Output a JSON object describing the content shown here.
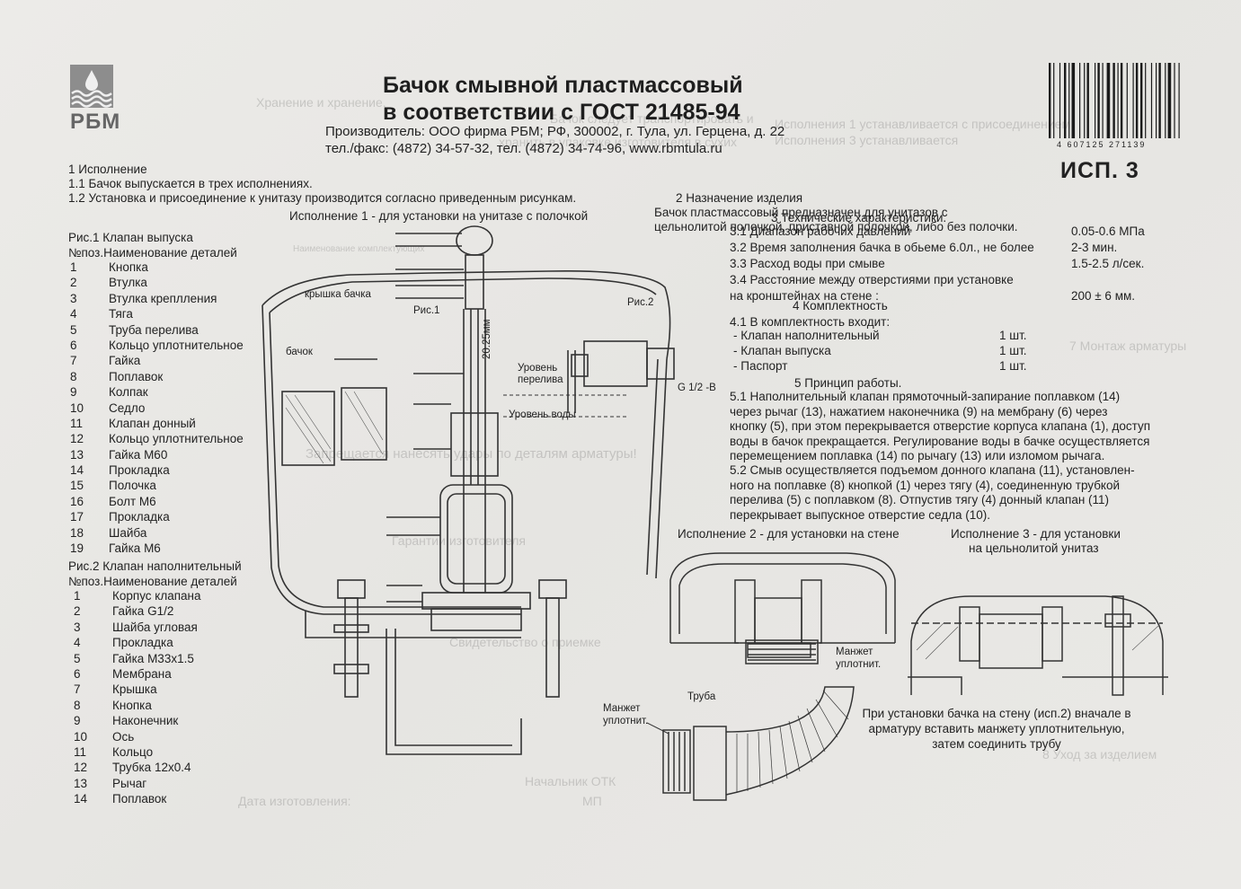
{
  "logo": {
    "name": "РБМ",
    "icon": "drop-waves-logo-icon"
  },
  "title": [
    "Бачок смывной пластмассовый",
    "в соответствии с ГОСТ 21485-94"
  ],
  "maker": [
    "Производитель: ООО фирма РБМ; РФ, 300002, г. Тула, ул. Герцена, д. 22",
    "тел./факс: (4872) 34-57-32, тел. (4872) 34-74-96, www.rbmtula.ru"
  ],
  "barcode": "4 607125 271139",
  "variant": "ИСП. 3",
  "intro": {
    "heading": "1 Исполнение",
    "lines": [
      "1.1 Бачок выпускается в трех исполнениях.",
      "1.2 Установка и присоединение к унитазу производится согласно приведенным рисункам."
    ],
    "caption1": "Исполнение 1 - для установки на унитазе с полочкой"
  },
  "fig1": {
    "title": "Рис.1 Клапан выпуска",
    "header": "№поз.Наименование деталей",
    "items": [
      [
        "1",
        "Кнопка"
      ],
      [
        "2",
        "Втулка"
      ],
      [
        "3",
        "Втулка креплления"
      ],
      [
        "4",
        "Тяга"
      ],
      [
        "5",
        "Труба перелива"
      ],
      [
        "6",
        "Кольцо уплотнительное"
      ],
      [
        "7",
        "Гайка"
      ],
      [
        "8",
        "Поплавок"
      ],
      [
        "9",
        "Колпак"
      ],
      [
        "10",
        "Седло"
      ],
      [
        "11",
        "Клапан донный"
      ],
      [
        "12",
        "Кольцо уплотнительное"
      ],
      [
        "13",
        "Гайка М60"
      ],
      [
        "14",
        "Прокладка"
      ],
      [
        "15",
        "Полочка"
      ],
      [
        "16",
        "Болт М6"
      ],
      [
        "17",
        "Прокладка"
      ],
      [
        "18",
        "Шайба"
      ],
      [
        "19",
        "Гайка М6"
      ]
    ]
  },
  "fig2": {
    "title": "Рис.2 Клапан наполнительный",
    "header": "№поз.Наименование деталей",
    "items": [
      [
        "1",
        "Корпус клапана"
      ],
      [
        "2",
        "Гайка G1/2"
      ],
      [
        "3",
        "Шайба угловая"
      ],
      [
        "4",
        "Прокладка"
      ],
      [
        "5",
        "Гайка М33х1.5"
      ],
      [
        "6",
        "Мембрана"
      ],
      [
        "7",
        "Крышка"
      ],
      [
        "8",
        "Кнопка"
      ],
      [
        "9",
        "Наконечник"
      ],
      [
        "10",
        "Ось"
      ],
      [
        "11",
        "Кольцо"
      ],
      [
        "12",
        "Трубка 12х0.4"
      ],
      [
        "13",
        "Рычаг"
      ],
      [
        "14",
        "Поплавок"
      ]
    ]
  },
  "drawing_labels": {
    "lid": "крышка бачка",
    "tank": "бачок",
    "ris1": "Рис.1",
    "ris2": "Рис.2",
    "dim": "20.25мм",
    "overflow": [
      "Уровень",
      "перелива"
    ],
    "water": "Уровень воды",
    "thread": "G 1/2 -B",
    "cuff": [
      "Манжет",
      "уплотнит."
    ],
    "pipe": "Труба",
    "cuff2": [
      "Манжет",
      "уплотнит."
    ]
  },
  "purpose": {
    "heading": "2 Назначение изделия",
    "lines": [
      "Бачок пластмассовый предназначен для унитазов с",
      "цельнолитой полочкой, приставной полочкой, либо без полочки."
    ]
  },
  "specs": {
    "heading": "3 Технические характеристики.",
    "rows": [
      [
        "3.1 Диапазон рабочих давлений",
        "0.05-0.6 МПа"
      ],
      [
        "3.2 Время заполнения бачка в обьеме 6.0л., не более",
        "2-3 мин."
      ],
      [
        "3.3 Расход воды при смыве",
        "1.5-2.5 л/сек."
      ],
      [
        "3.4 Расстояние между отверстиями при установке",
        ""
      ],
      [
        "на кронштейнах на стене :",
        "200 ± 6 мм."
      ]
    ]
  },
  "kit": {
    "heading": "4 Комплектность",
    "sub": "4.1 В комплектность входит:",
    "rows": [
      [
        "- Клапан наполнительный",
        "1 шт."
      ],
      [
        "- Клапан выпуска",
        "1 шт."
      ],
      [
        "- Паспорт",
        "1 шт."
      ]
    ]
  },
  "principle": {
    "heading": "5 Принцип работы.",
    "p1": [
      "5.1 Наполнительный клапан прямоточный-запирание поплавком (14)",
      "через рычаг (13), нажатием наконечника (9) на мембрану (6) через",
      "кнопку (5), при этом перекрывается отверстие корпуса клапана (1), доступ",
      "воды в бачок прекращается. Регулирование воды в бачке осуществляется",
      "перемещением поплавка (14) по рычагу (13) или изломом рычага."
    ],
    "p2": [
      "5.2 Смыв осуществляется подъемом донного клапана (11), установлен-",
      "ного на поплавке (8) кнопкой (1) через тягу (4), соединенную трубкой",
      "перелива (5) с поплавком (8). Отпустив тягу (4) донный клапан (11)",
      "перекрывает выпускное отверстие седла (10)."
    ]
  },
  "variant2": {
    "caption": "Исполнение 2 - для установки на стене"
  },
  "variant3": {
    "caption": [
      "Исполнение 3 - для установки",
      "на цельнолитой унитаз"
    ]
  },
  "wall_note": [
    "При установки бачка на стену (исп.2) вначале в",
    "арматуру вставить манжету уплотнительную,",
    "затем соединить трубу"
  ],
  "bleed_through": [
    "Хранение и хранение.",
    "Бачок следует транспортировать и",
    "хранить в упаковке изготовителя в сухих",
    "Запрещается нанесять удары по деталям арматуры!",
    "Гарантии изготовителя",
    "Свидетельство о приемке",
    "Начальник ОТК",
    "МП",
    "Дата изготовления:",
    "7 Монтаж арматуры",
    "8 Уход за изделием",
    "Исполнения 1 устанавливается с присоединением",
    "Исполнения 3 устанавливается",
    "Наименование комплектующих"
  ]
}
